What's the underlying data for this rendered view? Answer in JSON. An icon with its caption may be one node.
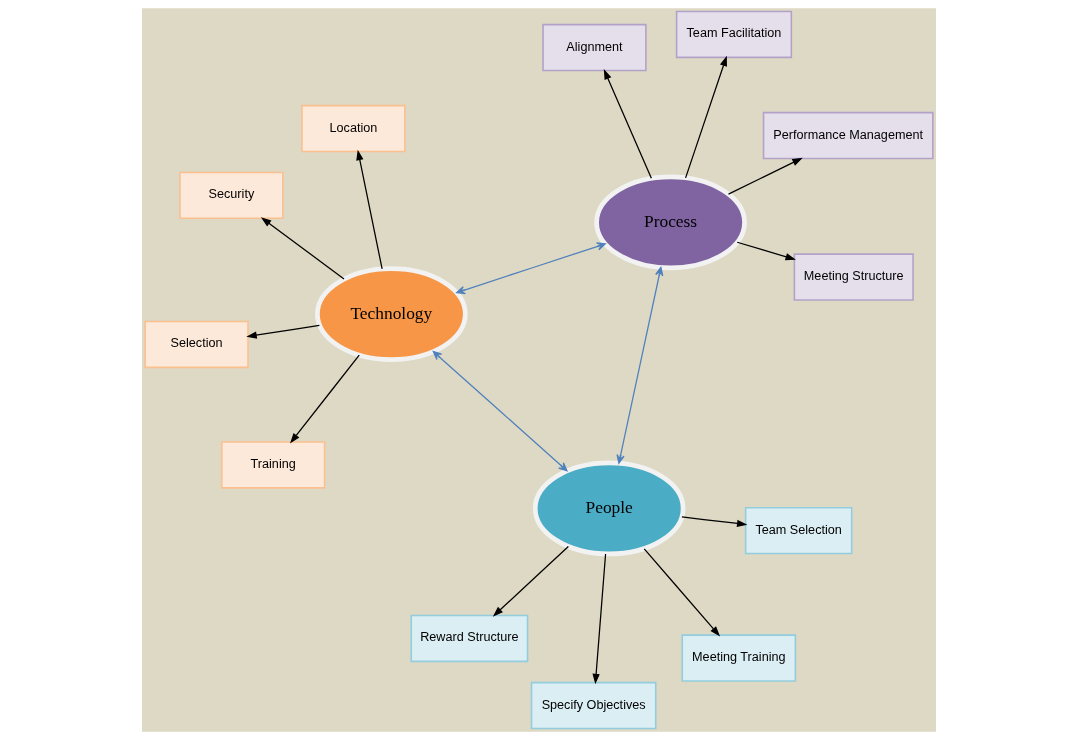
{
  "diagram": {
    "nodes": [
      {
        "text": [
          "Technology"
        ]
      },
      {
        "text": [
          "People"
        ]
      },
      {
        "text": [
          "Process"
        ]
      },
      {
        "text": [
          "Selection"
        ]
      },
      {
        "text": [
          "Location"
        ]
      },
      {
        "text": [
          "Security"
        ]
      },
      {
        "text": [
          "Training"
        ]
      },
      {
        "text": [
          "Team Selection"
        ]
      },
      {
        "text": [
          "Reward Structure"
        ]
      },
      {
        "text": [
          "Meeting Training"
        ]
      },
      {
        "text": [
          "Specify Objectives"
        ]
      },
      {
        "text": [
          "Alignment"
        ]
      },
      {
        "text": [
          "Meeting Structure"
        ]
      },
      {
        "text": [
          "Performance Management"
        ]
      },
      {
        "text": [
          "Team Facilitation"
        ]
      }
    ],
    "edges": [
      {
        "from": 0,
        "to": 3,
        "arrow": "to"
      },
      {
        "from": 0,
        "to": 4,
        "arrow": "to"
      },
      {
        "from": 0,
        "to": 5,
        "arrow": "to"
      },
      {
        "from": 0,
        "to": 6,
        "arrow": "to"
      },
      {
        "from": 1,
        "to": 7,
        "arrow": "to"
      },
      {
        "from": 1,
        "to": 8,
        "arrow": "to"
      },
      {
        "from": 1,
        "to": 9,
        "arrow": "to"
      },
      {
        "from": 1,
        "to": 10,
        "arrow": "to"
      },
      {
        "from": 2,
        "to": 11,
        "arrow": "to"
      },
      {
        "from": 2,
        "to": 12,
        "arrow": "to"
      },
      {
        "from": 2,
        "to": 13,
        "arrow": "to"
      },
      {
        "from": 2,
        "to": 14,
        "arrow": "to"
      },
      {
        "from": 0,
        "to": 1,
        "arrow": "both",
        "color": "#4f81bd"
      },
      {
        "from": 0,
        "to": 2,
        "arrow": "both",
        "color": "#4f81bd"
      },
      {
        "from": 1,
        "to": 2,
        "arrow": "both",
        "color": "#4f81bd"
      }
    ]
  }
}
